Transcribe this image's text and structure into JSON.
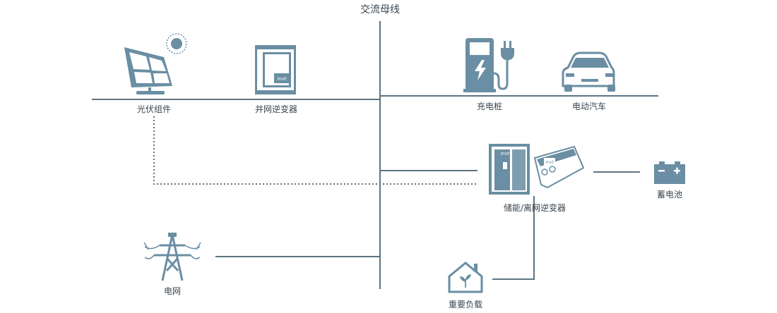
{
  "title": "交流母线",
  "labels": {
    "pv": "光伏组件",
    "grid_inverter": "并网逆变器",
    "charger": "充电桩",
    "ev": "电动汽车",
    "storage_inverter": "储能/离网逆变器",
    "battery": "蓄电池",
    "grid": "电网",
    "load": "重要负载"
  },
  "inverter_brand": "invt",
  "colors": {
    "icon": "#6a8ea3",
    "line": "#5e7482",
    "text": "#3a4650"
  },
  "icons": [
    "solar-panel-icon",
    "sun-icon",
    "inverter-icon",
    "charging-pile-icon",
    "plug-icon",
    "car-icon",
    "storage-inverter-icon",
    "battery-icon",
    "pylon-icon",
    "house-icon"
  ]
}
